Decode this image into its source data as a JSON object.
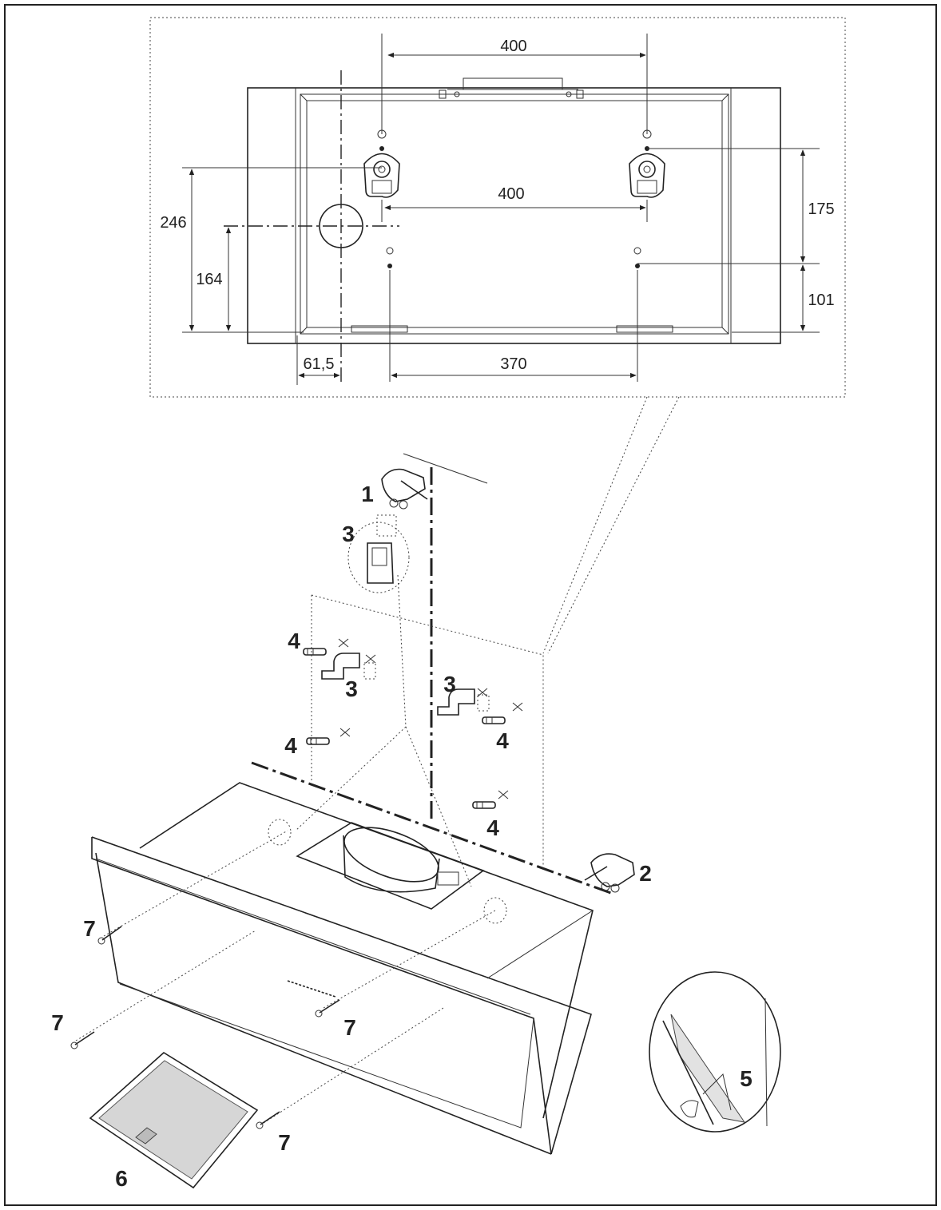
{
  "dimensions": {
    "top_width": "400",
    "bracket_width": "400",
    "height_outer": "246",
    "height_inner": "164",
    "left_offset": "61,5",
    "bottom_width": "370",
    "right_upper": "175",
    "right_lower": "101"
  },
  "callouts": {
    "c1": "1",
    "c2": "2",
    "c3a": "3",
    "c3b": "3",
    "c3c": "3",
    "c4a": "4",
    "c4b": "4",
    "c4c": "4",
    "c4d": "4",
    "c5": "5",
    "c6": "6",
    "c7a": "7",
    "c7b": "7",
    "c7c": "7",
    "c7d": "7"
  }
}
